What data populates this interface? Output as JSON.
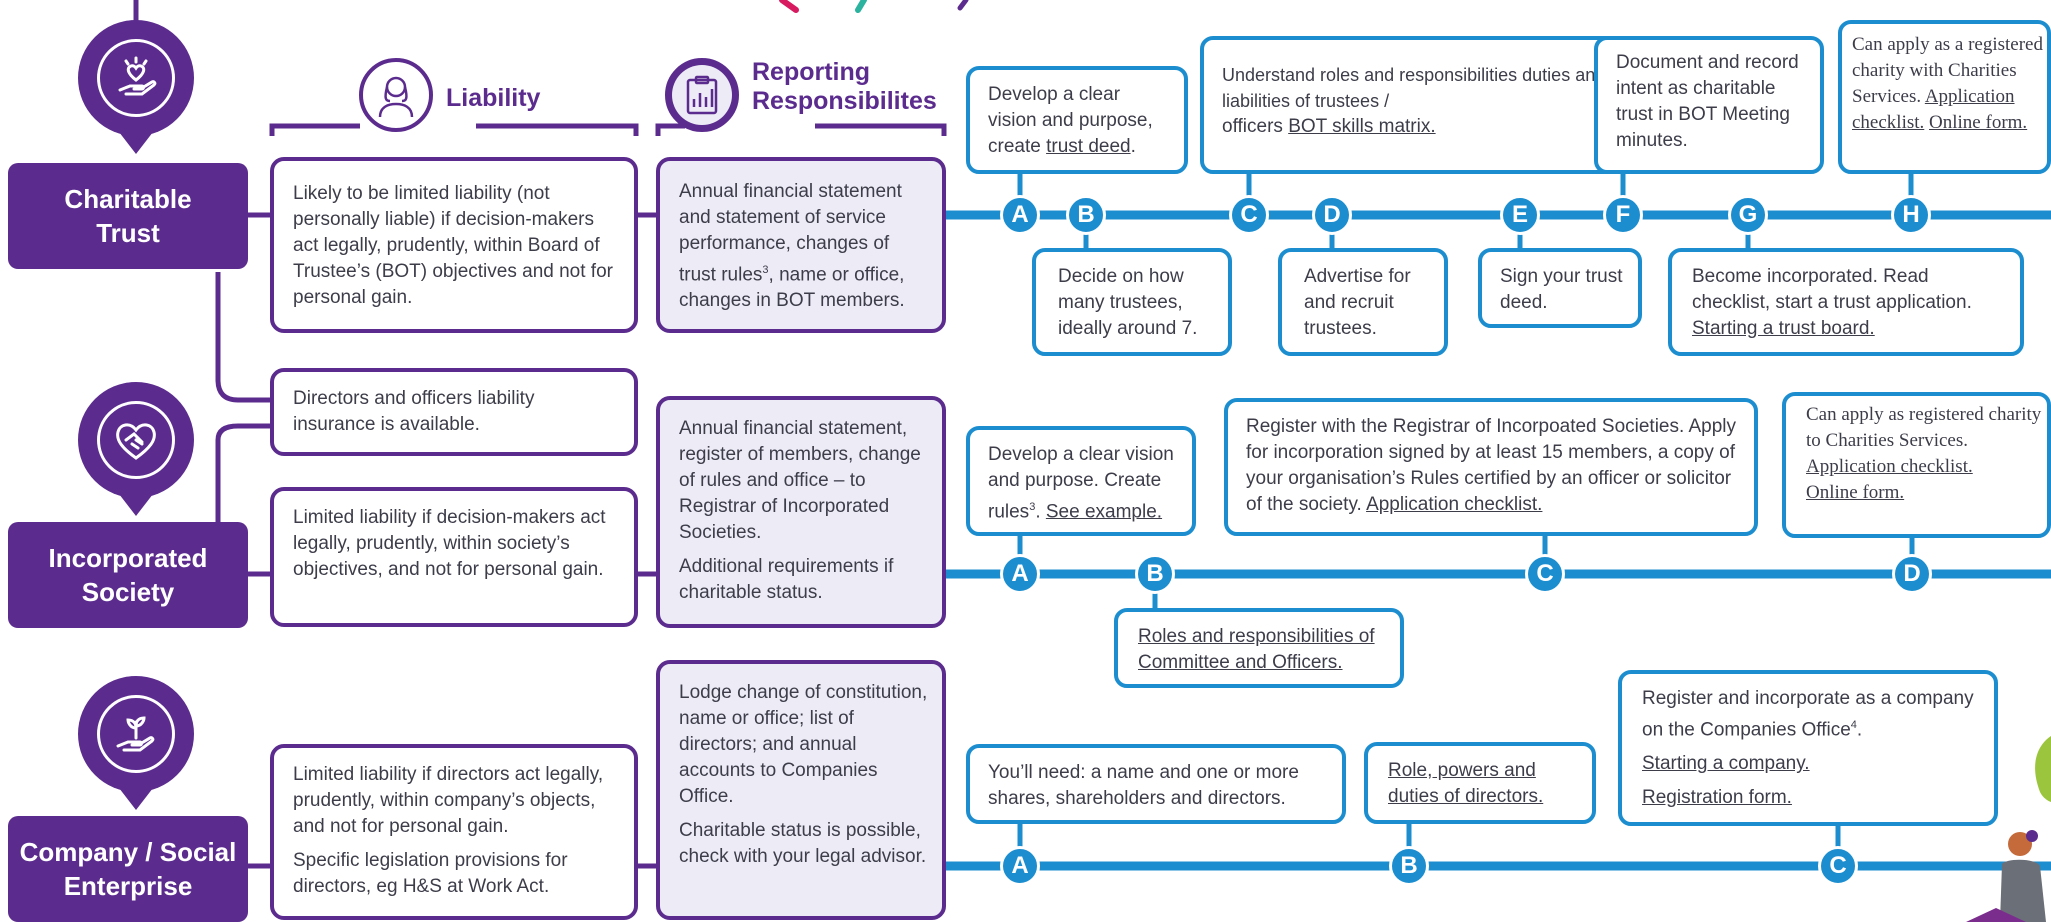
{
  "colors": {
    "purple": "#5b2c8e",
    "blue": "#1c8ed0",
    "shade": "#ecebf6"
  },
  "headers": {
    "liability": "Liability",
    "reporting": "Reporting\nResponsibilites"
  },
  "entities": [
    {
      "label": "Charitable\nTrust",
      "icon": "hand-heart-icon"
    },
    {
      "label": "Incorporated\nSociety",
      "icon": "handshake-heart-icon"
    },
    {
      "label": "Company / Social\nEnterprise",
      "icon": "hand-plant-icon"
    }
  ],
  "liability": {
    "trust": "Likely to be limited liability (not personally liable) if decision-makers act legally, prudently, within Board of Trustee’s (BOT) objectives and not for personal gain.",
    "insurance": "Directors and officers liability insurance is available.",
    "society": "Limited liability if decision-makers act legally, prudently, within society’s objectives, and not for personal gain.",
    "company_1": "Limited liability if directors act legally, prudently, within company’s objects, and not for personal gain.",
    "company_2": "Specific legislation provisions for directors, eg H&S at Work Act."
  },
  "reporting": {
    "trust_1": "Annual financial statement and statement of service performance, changes of trust rules",
    "trust_sup": "3",
    "trust_2": ", name or office, changes in BOT members.",
    "society_1": "Annual financial statement, register of members, change of rules and office – to Registrar of Incorporated Societies.",
    "society_2": "Additional requirements if charitable status.",
    "company_1": "Lodge change of constitution, name or office; list of directors; and annual accounts to Companies Office.",
    "company_2": "Charitable status is possible, check with your legal advisor."
  },
  "trust_steps": {
    "A": {
      "pre": "Develop a clear vision and purpose, create ",
      "link": "trust deed",
      "post": "."
    },
    "B": {
      "text": "Decide on how many trustees, ideally around 7."
    },
    "C": {
      "text": "Understand roles and responsibilities duties and liabilities of trustees /",
      "pre2": "officers ",
      "link": "BOT skills matrix."
    },
    "D": {
      "text": "Advertise for and recruit trustees."
    },
    "E": {
      "text": "Sign your trust deed."
    },
    "F": {
      "text": "Document and record intent as charitable trust in BOT Meeting minutes."
    },
    "G": {
      "text": "Become incorporated. Read checklist, start a trust application.",
      "link": "Starting a trust board."
    },
    "H": {
      "text": "Can apply as a registered charity with Charities Services. ",
      "link1": "Application checklist.",
      "link2": "Online form."
    }
  },
  "society_steps": {
    "A": {
      "text": "Develop a clear vision and purpose. Create rules",
      "sup": "3",
      "post": ". ",
      "link": "See example."
    },
    "B": {
      "link": "Roles and responsibilities of Committee and Officers."
    },
    "C": {
      "text": "Register with the Registrar of Incorpoated Societies. Apply for incorporation signed by at least 15 members, a copy of your organisation’s Rules certified by an officer or solicitor of the society. ",
      "link": "Application checklist."
    },
    "D": {
      "text": "Can apply as registered charity to Charities Services.",
      "link1": "Application checklist.",
      "link2": "Online form."
    }
  },
  "company_steps": {
    "A": {
      "text": "You’ll need: a name and one or more shares, shareholders and directors."
    },
    "B": {
      "link": "Role, powers and duties of directors."
    },
    "C": {
      "text": "Register and incorporate as a company on the Companies Office",
      "sup": "4",
      "post": ".",
      "link1": "Starting a company.",
      "link2": "Registration form."
    }
  },
  "node_letters": {
    "trust": [
      "A",
      "B",
      "C",
      "D",
      "E",
      "F",
      "G",
      "H"
    ],
    "society": [
      "A",
      "B",
      "C",
      "D"
    ],
    "company": [
      "A",
      "B",
      "C"
    ]
  }
}
